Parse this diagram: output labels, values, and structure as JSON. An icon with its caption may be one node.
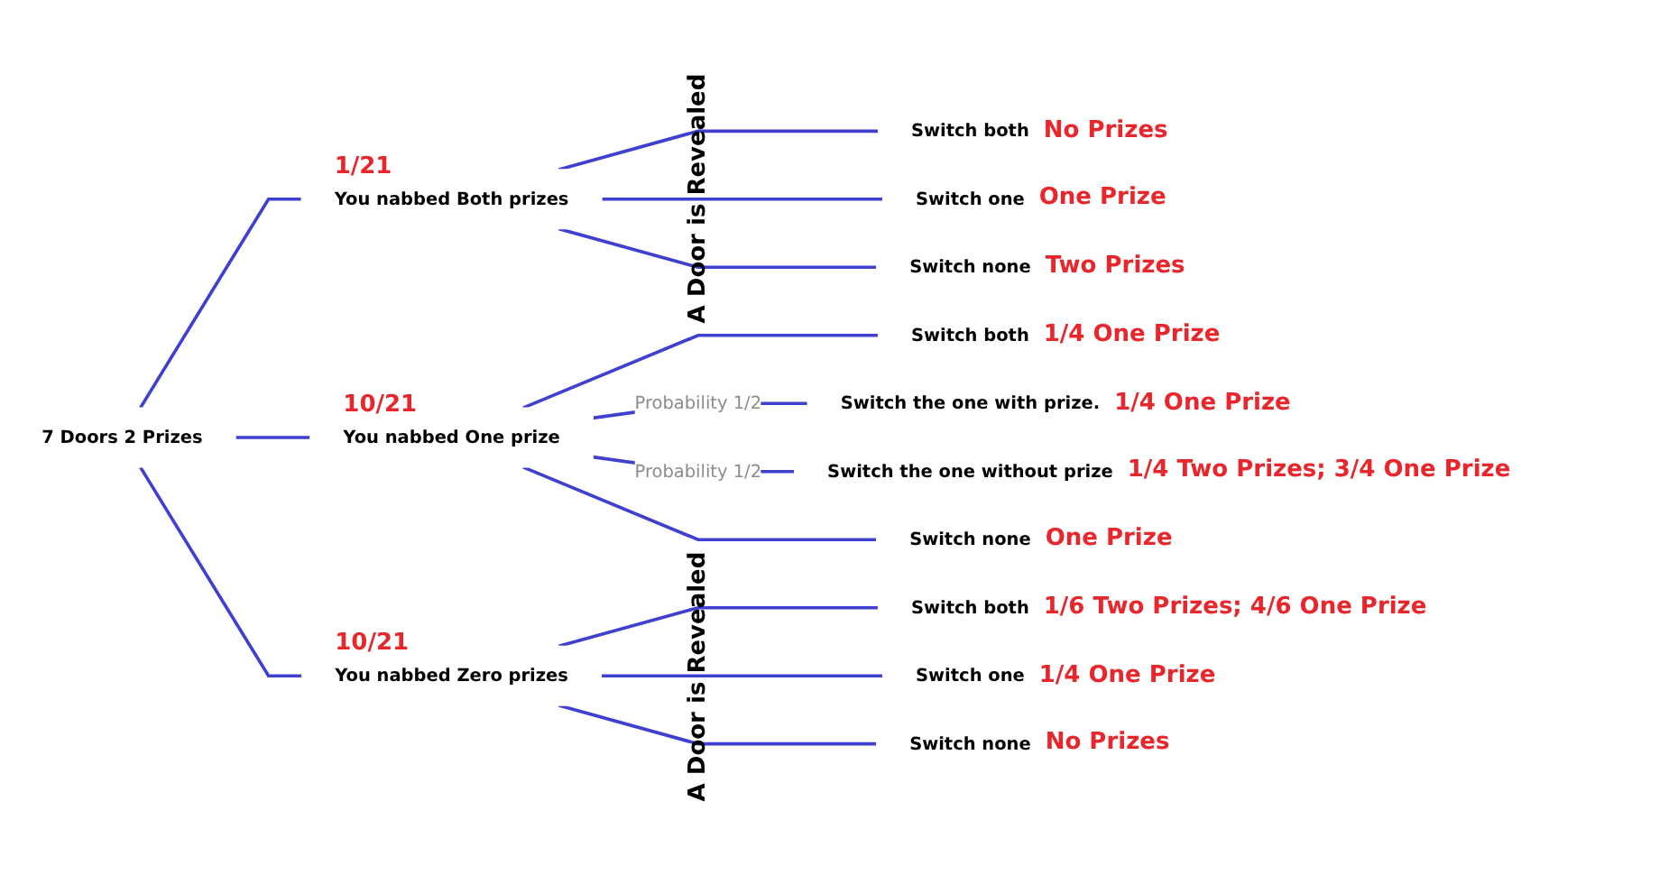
{
  "diagram": {
    "nodes": [
      {
        "text": [
          "7 Doors 2 Prizes"
        ]
      },
      {
        "text": [
          "You nabbed Both prizes"
        ],
        "beside": [
          "1/21"
        ]
      },
      {
        "text": [
          "You nabbed One prize"
        ],
        "beside": [
          "10/21"
        ]
      },
      {
        "text": [
          "You nabbed Zero prizes"
        ],
        "beside": [
          "10/21"
        ]
      },
      {
        "text": [
          "Switch both"
        ],
        "beside": [
          "No Prizes"
        ]
      },
      {
        "text": [
          "Switch one"
        ],
        "beside": [
          "One Prize"
        ]
      },
      {
        "text": [
          "Switch none"
        ],
        "beside": [
          "Two Prizes"
        ]
      },
      {
        "text": [
          "Switch both"
        ],
        "beside": [
          "1/4 One Prize"
        ]
      },
      {
        "text": [
          "Switch the one with prize."
        ],
        "beside": [
          "1/4 One Prize"
        ]
      },
      {
        "text": [
          "Switch the one without prize"
        ],
        "beside": [
          "1/4 Two Prizes; 3/4 One Prize"
        ]
      },
      {
        "text": [
          "Switch none"
        ],
        "beside": [
          "One Prize"
        ]
      },
      {
        "text": [
          "Switch both"
        ],
        "beside": [
          "1/6 Two Prizes; 4/6 One Prize"
        ]
      },
      {
        "text": [
          "Switch one"
        ],
        "beside": [
          "1/4 One Prize"
        ]
      },
      {
        "text": [
          "Switch none"
        ],
        "beside": [
          "No Prizes"
        ]
      }
    ],
    "edges": [
      {
        "from": 0,
        "to": 1,
        "arrow": "none"
      },
      {
        "from": 0,
        "to": 2,
        "arrow": "none"
      },
      {
        "from": 0,
        "to": 3,
        "arrow": "none"
      },
      {
        "from": 1,
        "to": 4,
        "arrow": "none"
      },
      {
        "from": 1,
        "to": 5,
        "arrow": "none"
      },
      {
        "from": 1,
        "to": 6,
        "arrow": "none"
      },
      {
        "from": 2,
        "to": 7,
        "arrow": "none"
      },
      {
        "from": 2,
        "to": 8,
        "arrow": "none",
        "label": "Probability 1/2"
      },
      {
        "from": 2,
        "to": 9,
        "arrow": "none",
        "label": "Probability 1/2"
      },
      {
        "from": 2,
        "to": 10,
        "arrow": "none"
      },
      {
        "from": 3,
        "to": 11,
        "arrow": "none"
      },
      {
        "from": 3,
        "to": 12,
        "arrow": "none"
      },
      {
        "from": 3,
        "to": 13,
        "arrow": "none"
      }
    ],
    "labels": [
      "A Door is Revealed",
      "A Door is Revealed"
    ]
  }
}
